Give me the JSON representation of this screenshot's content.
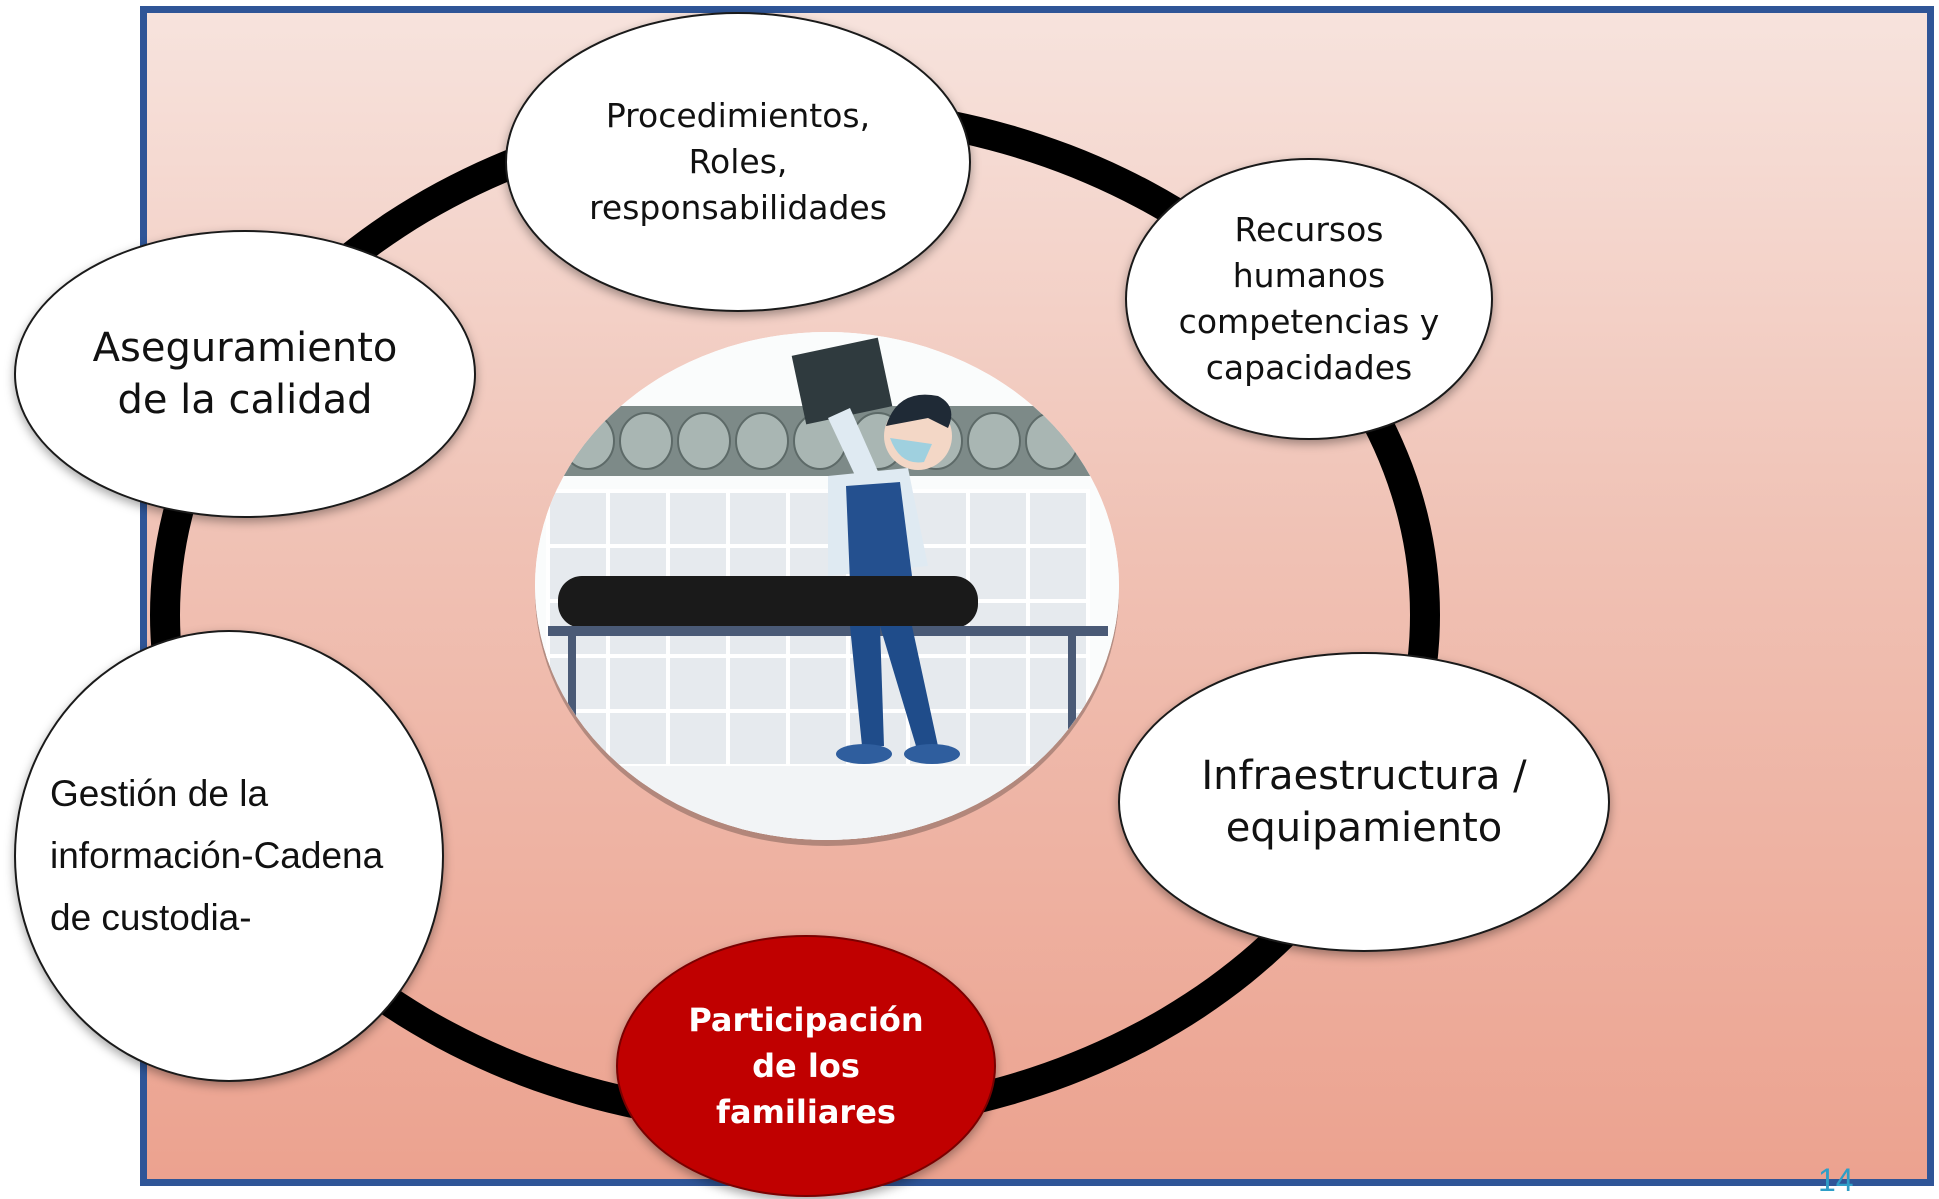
{
  "nodes": {
    "procedimientos": "Procedimientos,\nRoles,\nresponsabilidades",
    "recursos": "Recursos\nhumanos\ncompetencias y\ncapacidades",
    "calidad": "Aseguramiento\nde la calidad",
    "infraestructura": "Infraestructura /\nequipamiento",
    "gestion": "Gestión de la\ninformación-Cadena\nde custodia-",
    "participacion": "Participación\nde los\nfamiliares"
  },
  "page_number": "14",
  "colors": {
    "frame_border": "#2f5597",
    "highlight_node": "#c00000",
    "page_number": "#2e9ec7",
    "ring": "#000000"
  },
  "illustration": "forensic-examiner-with-xray-and-body-bag"
}
